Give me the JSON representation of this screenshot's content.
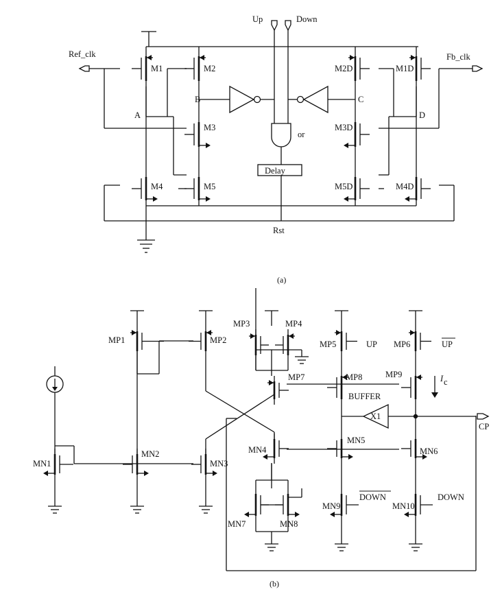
{
  "figure": {
    "captions": {
      "a": "(a)",
      "b": "(b)"
    }
  },
  "part_a": {
    "ports": {
      "up": "Up",
      "down": "Down",
      "ref_clk": "Ref_clk",
      "fb_clk": "Fb_clk"
    },
    "transistors": {
      "m1": "M1",
      "m2": "M2",
      "m3": "M3",
      "m4": "M4",
      "m5": "M5",
      "m1d": "M1D",
      "m2d": "M2D",
      "m3d": "M3D",
      "m4d": "M4D",
      "m5d": "M5D"
    },
    "nodes": {
      "a": "A",
      "b": "B",
      "c": "C",
      "d": "D"
    },
    "gate_label": "or",
    "delay_label": "Delay",
    "rst_label": "Rst"
  },
  "part_b": {
    "transistors": {
      "mp1": "MP1",
      "mp2": "MP2",
      "mp3": "MP3",
      "mp4": "MP4",
      "mp5": "MP5",
      "mp6": "MP6",
      "mp7": "MP7",
      "mp8": "MP8",
      "mp9": "MP9",
      "mn1": "MN1",
      "mn2": "MN2",
      "mn3": "MN3",
      "mn4": "MN4",
      "mn5": "MN5",
      "mn6": "MN6",
      "mn7": "MN7",
      "mn8": "MN8",
      "mn9": "MN9",
      "mn10": "MN10"
    },
    "signals": {
      "up": "UP",
      "up_bar": "UP",
      "down": "DOWN",
      "down_bar": "DOWN"
    },
    "buffer_label": "BUFFER",
    "buffer_amp": "X1",
    "current_label": "I",
    "current_sub": "c",
    "output": "CP"
  }
}
